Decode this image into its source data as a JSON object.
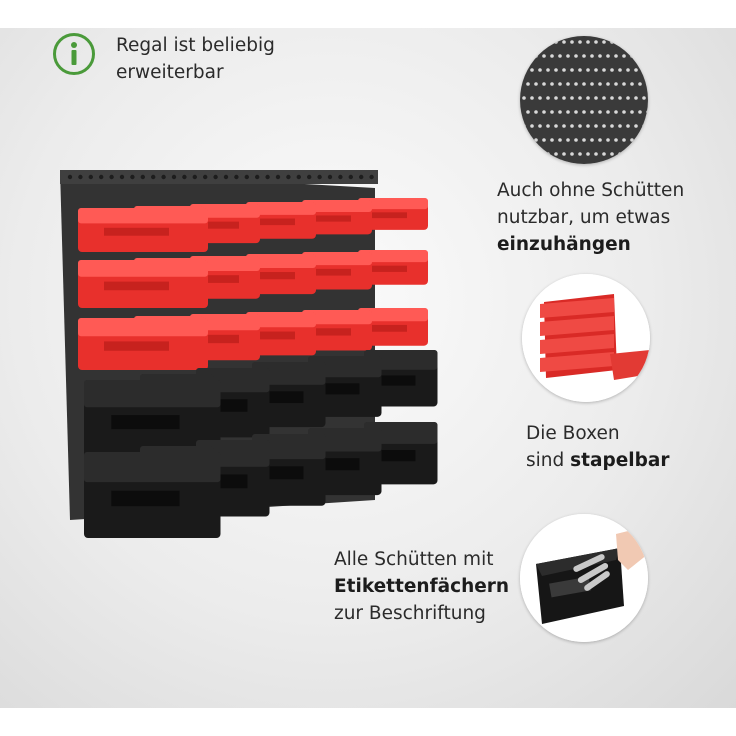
{
  "info": {
    "line1": "Regal ist beliebig",
    "line2": "erweiterbar",
    "icon": "info-icon"
  },
  "feature_hang": {
    "line1": "Auch ohne Schütten",
    "line2": "nutzbar, um etwas",
    "bold": "einzuhängen"
  },
  "feature_stack": {
    "line1": "Die Boxen",
    "prefix": "sind ",
    "bold": "stapelbar"
  },
  "feature_labels": {
    "line1": "Alle Schütten mit",
    "bold": "Etikettenfächern",
    "line3": "zur Beschriftung"
  },
  "colors": {
    "accent_green": "#4a9a3a",
    "bin_red": "#e8302c",
    "bin_black": "#1a1a1a",
    "panel_grey": "#3c3c3c"
  }
}
